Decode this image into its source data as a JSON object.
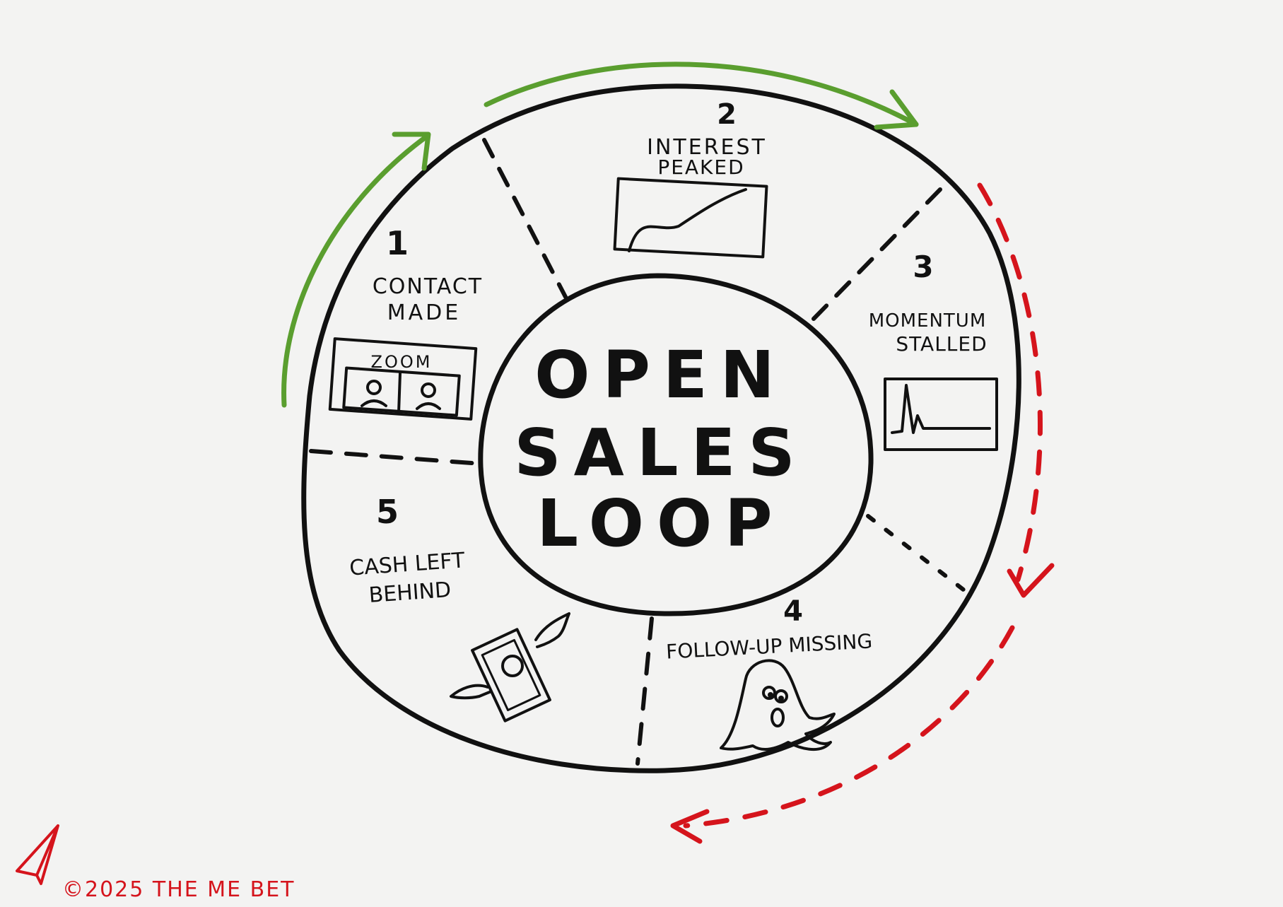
{
  "diagram": {
    "center": {
      "lines": [
        "OPEN",
        "SALES",
        "LOOP"
      ]
    },
    "stages": [
      {
        "number": "1",
        "lines": [
          "CONTACT",
          "MADE"
        ],
        "icon": "video-call-icon",
        "icon_label": "ZOOM"
      },
      {
        "number": "2",
        "lines": [
          "INTEREST",
          "PEAKED"
        ],
        "icon": "rising-chart-icon"
      },
      {
        "number": "3",
        "lines": [
          "MOMENTUM",
          "STALLED"
        ],
        "icon": "spike-chart-icon"
      },
      {
        "number": "4",
        "lines": [
          "FOLLOW-UP MISSING"
        ],
        "icon": "ghost-icon"
      },
      {
        "number": "5",
        "lines": [
          "CASH LEFT",
          "BEHIND"
        ],
        "icon": "flying-money-icon"
      }
    ],
    "arrows": [
      {
        "name": "progress-arrow",
        "color": "#5a9e2f",
        "style": "solid"
      },
      {
        "name": "decline-arrow",
        "color": "#d5141c",
        "style": "dashed"
      }
    ]
  },
  "footer": {
    "copyright": "©2025 THE ME BET",
    "logo_icon": "paper-plane-icon"
  },
  "colors": {
    "ink": "#111111",
    "green": "#5a9e2f",
    "red": "#d5141c",
    "background": "#f3f3f2"
  }
}
